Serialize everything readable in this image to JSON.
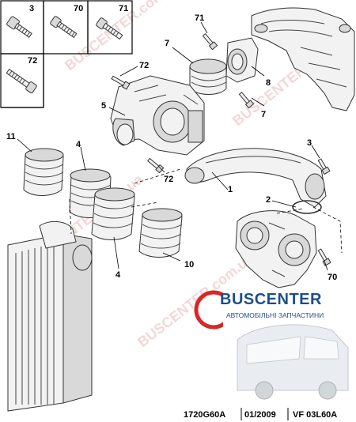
{
  "callouts": {
    "c1": "1",
    "c2": "2",
    "c3": "3",
    "c4a": "4",
    "c4b": "4",
    "c5": "5",
    "c7a": "7",
    "c7b": "7",
    "c8": "8",
    "c10": "10",
    "c11": "11",
    "c70": "70",
    "c71": "71",
    "c72a": "72",
    "c72b": "72"
  },
  "insets": {
    "i3": "3",
    "i70": "70",
    "i71": "71",
    "i72": "72"
  },
  "watermark": {
    "text": "BUSCENTER.com.ua"
  },
  "brand": {
    "name": "BUSCENTER",
    "subtitle": "АВТОМОБІЛЬНІ ЗАПЧАСТИНИ",
    "color": "#1c4f8a",
    "accent": "#d62828"
  },
  "footer": {
    "code": "1720G60A",
    "date": "01/2009",
    "ref": "VF 03L60A"
  }
}
